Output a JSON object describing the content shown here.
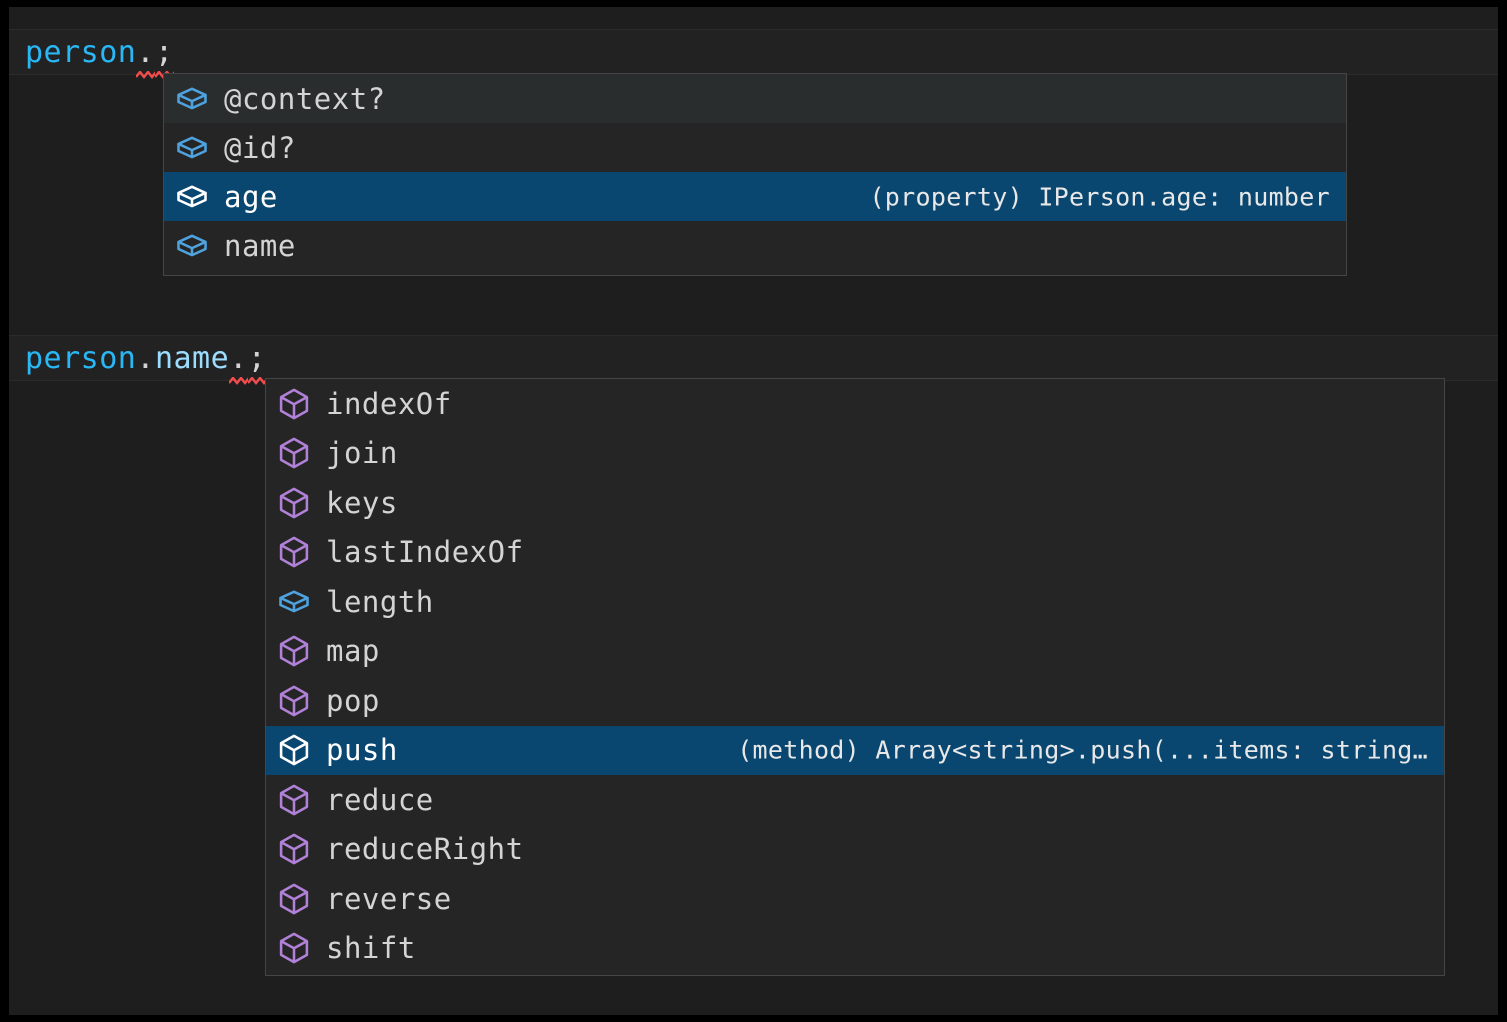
{
  "editor": {
    "background_color": "#1e1e1e",
    "line_highlight_color": "#222222",
    "selection_color": "#094771",
    "border_color": "#454545"
  },
  "code_lines": [
    {
      "id": "line-1",
      "tokens": [
        {
          "text": "person",
          "kind": "variable",
          "color": "#29b8f5"
        },
        {
          "text": ".",
          "kind": "punctuation",
          "color": "#d4d4d4",
          "error": true
        },
        {
          "text": ";",
          "kind": "punctuation",
          "color": "#d4d4d4",
          "error": true
        }
      ],
      "plain": "person.;"
    },
    {
      "id": "line-2",
      "tokens": [
        {
          "text": "person",
          "kind": "variable",
          "color": "#29b8f5"
        },
        {
          "text": ".",
          "kind": "punctuation",
          "color": "#d4d4d4"
        },
        {
          "text": "name",
          "kind": "property",
          "color": "#9cdcfe"
        },
        {
          "text": ".",
          "kind": "punctuation",
          "color": "#d4d4d4",
          "error": true
        },
        {
          "text": ";",
          "kind": "punctuation",
          "color": "#d4d4d4",
          "error": true
        }
      ],
      "plain": "person.name.;"
    }
  ],
  "suggest_widgets": [
    {
      "id": "suggest-widget-person",
      "for_line": "person.;",
      "items": [
        {
          "label": "@context?",
          "icon": "property-cube-icon",
          "icon_color": "#4ea3df",
          "detail": "",
          "state": "hovered"
        },
        {
          "label": "@id?",
          "icon": "property-cube-icon",
          "icon_color": "#4ea3df",
          "detail": "",
          "state": "normal"
        },
        {
          "label": "age",
          "icon": "property-cube-icon",
          "icon_color": "#ffffff",
          "detail": "(property) IPerson.age: number",
          "state": "focused"
        },
        {
          "label": "name",
          "icon": "property-cube-icon",
          "icon_color": "#4ea3df",
          "detail": "",
          "state": "normal"
        }
      ]
    },
    {
      "id": "suggest-widget-person-name",
      "for_line": "person.name.;",
      "items": [
        {
          "label": "indexOf",
          "icon": "method-cube-icon",
          "icon_color": "#b180d7",
          "detail": "",
          "state": "normal"
        },
        {
          "label": "join",
          "icon": "method-cube-icon",
          "icon_color": "#b180d7",
          "detail": "",
          "state": "normal"
        },
        {
          "label": "keys",
          "icon": "method-cube-icon",
          "icon_color": "#b180d7",
          "detail": "",
          "state": "normal"
        },
        {
          "label": "lastIndexOf",
          "icon": "method-cube-icon",
          "icon_color": "#b180d7",
          "detail": "",
          "state": "normal"
        },
        {
          "label": "length",
          "icon": "property-cube-icon",
          "icon_color": "#4ea3df",
          "detail": "",
          "state": "normal"
        },
        {
          "label": "map",
          "icon": "method-cube-icon",
          "icon_color": "#b180d7",
          "detail": "",
          "state": "normal"
        },
        {
          "label": "pop",
          "icon": "method-cube-icon",
          "icon_color": "#b180d7",
          "detail": "",
          "state": "normal"
        },
        {
          "label": "push",
          "icon": "method-cube-icon",
          "icon_color": "#ffffff",
          "detail": "(method) Array<string>.push(...items: string…",
          "state": "focused"
        },
        {
          "label": "reduce",
          "icon": "method-cube-icon",
          "icon_color": "#b180d7",
          "detail": "",
          "state": "normal"
        },
        {
          "label": "reduceRight",
          "icon": "method-cube-icon",
          "icon_color": "#b180d7",
          "detail": "",
          "state": "normal"
        },
        {
          "label": "reverse",
          "icon": "method-cube-icon",
          "icon_color": "#b180d7",
          "detail": "",
          "state": "normal"
        },
        {
          "label": "shift",
          "icon": "method-cube-icon",
          "icon_color": "#b180d7",
          "detail": "",
          "state": "normal"
        }
      ]
    }
  ]
}
